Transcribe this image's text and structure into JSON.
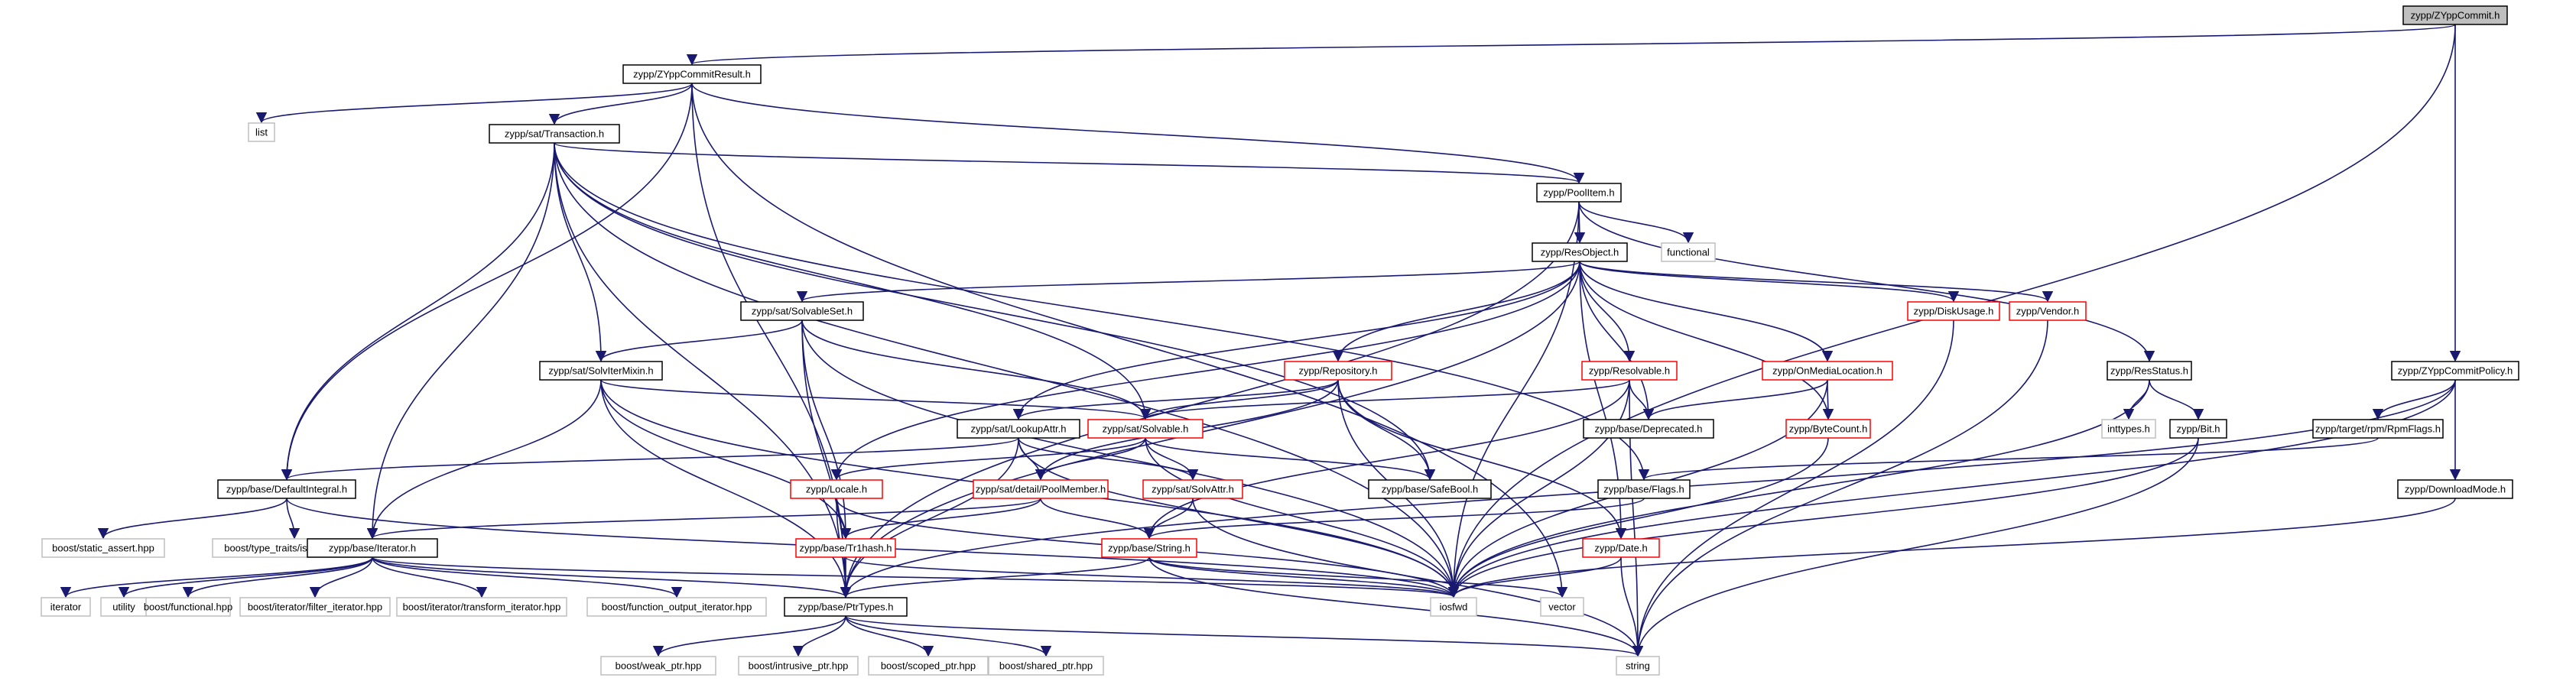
{
  "title": "zypp/ZYppCommit.h",
  "colors": {
    "edge": "#191970",
    "normal_border": "#000000",
    "incomplete_border": "#ff0000",
    "external_border": "#bfbfbf",
    "root_fill": "#bfbfbf"
  },
  "nodes": {
    "root": "zypp/ZYppCommit.h",
    "commitresult": "zypp/ZYppCommitResult.h",
    "list": "list",
    "transaction": "zypp/sat/Transaction.h",
    "poolitem": "zypp/PoolItem.h",
    "functional": "functional",
    "resobject": "zypp/ResObject.h",
    "solvableset": "zypp/sat/SolvableSet.h",
    "diskusage": "zypp/DiskUsage.h",
    "vendor": "zypp/Vendor.h",
    "resstatus": "zypp/ResStatus.h",
    "commitpolicy": "zypp/ZYppCommitPolicy.h",
    "solvitermixin": "zypp/sat/SolvIterMixin.h",
    "repository": "zypp/Repository.h",
    "resolvable": "zypp/Resolvable.h",
    "onmedialocation": "zypp/OnMediaLocation.h",
    "inttypes": "inttypes.h",
    "bit": "zypp/Bit.h",
    "rpmflags": "zypp/target/rpm/RpmFlags.h",
    "lookupattr": "zypp/sat/LookupAttr.h",
    "solvable": "zypp/sat/Solvable.h",
    "deprecated": "zypp/base/Deprecated.h",
    "bytecount": "zypp/ByteCount.h",
    "defaultintegral": "zypp/base/DefaultIntegral.h",
    "locale": "zypp/Locale.h",
    "poolmember": "zypp/sat/detail/PoolMember.h",
    "solvattr": "zypp/sat/SolvAttr.h",
    "safebool": "zypp/base/SafeBool.h",
    "flags": "zypp/base/Flags.h",
    "downloadmode": "zypp/DownloadMode.h",
    "static_assert": "boost/static_assert.hpp",
    "is_integral": "boost/type_traits/is_integral.hpp",
    "iterator_h": "zypp/base/Iterator.h",
    "trhash": "zypp/base/Tr1hash.h",
    "string_h": "zypp/base/String.h",
    "date": "zypp/Date.h",
    "iterator": "iterator",
    "utility": "utility",
    "boost_functional": "boost/functional.hpp",
    "filter_iterator": "boost/iterator/filter_iterator.hpp",
    "transform_iterator": "boost/iterator/transform_iterator.hpp",
    "function_output_iterator": "boost/function_output_iterator.hpp",
    "ptrtypes": "zypp/base/PtrTypes.h",
    "iosfwd": "iosfwd",
    "vector": "vector",
    "weak_ptr": "boost/weak_ptr.hpp",
    "intrusive_ptr": "boost/intrusive_ptr.hpp",
    "scoped_ptr": "boost/scoped_ptr.hpp",
    "shared_ptr": "boost/shared_ptr.hpp",
    "string": "string"
  }
}
